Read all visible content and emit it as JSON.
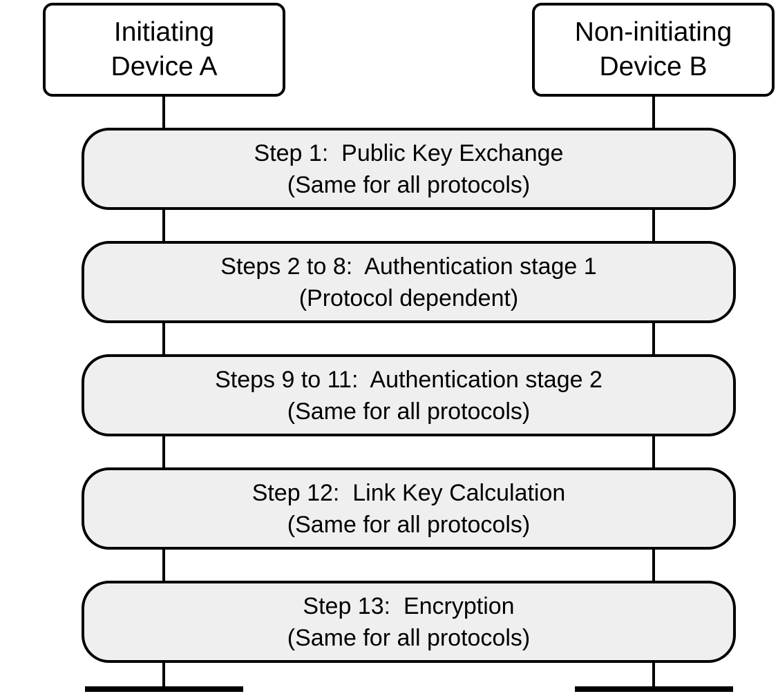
{
  "devices": {
    "a": {
      "line1": "Initiating",
      "line2": "Device A"
    },
    "b": {
      "line1": "Non-initiating",
      "line2": "Device B"
    }
  },
  "steps": [
    {
      "title": "Step 1:  Public Key Exchange",
      "subtitle": "(Same for all protocols)"
    },
    {
      "title": "Steps 2 to 8:  Authentication stage 1",
      "subtitle": "(Protocol dependent)"
    },
    {
      "title": "Steps 9 to 11:  Authentication stage 2",
      "subtitle": "(Same for all protocols)"
    },
    {
      "title": "Step 12:  Link Key Calculation",
      "subtitle": "(Same for all protocols)"
    },
    {
      "title": "Step 13:  Encryption",
      "subtitle": "(Same for all protocols)"
    }
  ],
  "colors": {
    "step_fill": "#efefef",
    "line": "#000000"
  }
}
